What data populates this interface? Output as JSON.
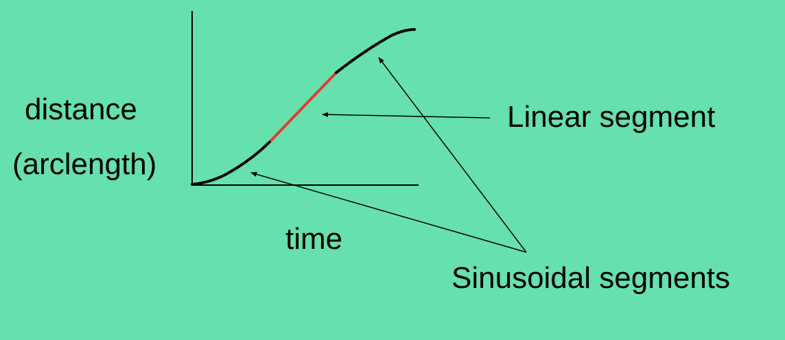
{
  "labels": {
    "y_axis_line1": "distance",
    "y_axis_line2": "(arclength)",
    "x_axis": "time",
    "linear_callout": "Linear segment",
    "sinusoidal_callout": "Sinusoidal segments"
  },
  "colors": {
    "background": "#66e0ad",
    "curve": "#000000",
    "linear_segment": "#e03c31",
    "axes": "#000000"
  }
}
